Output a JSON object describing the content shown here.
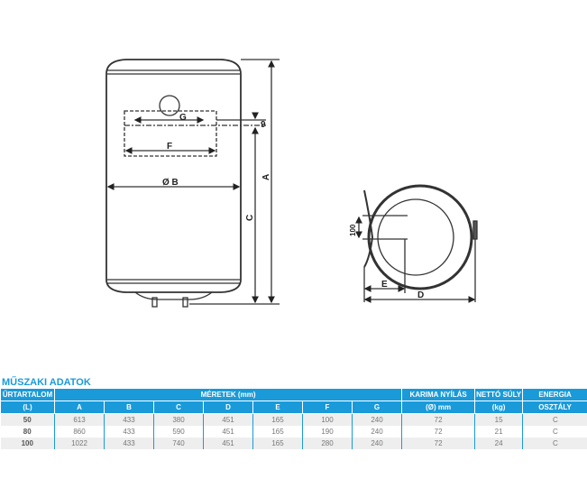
{
  "diagram": {
    "labels": {
      "g": "G",
      "f": "F",
      "b": "Ø B",
      "nine": "9",
      "a": "A",
      "c": "C",
      "hundred": "100",
      "e": "E",
      "d": "D"
    }
  },
  "table": {
    "title": "MŰSZAKI ADATOK",
    "capacity_header": "ŰRTARTALOM",
    "capacity_unit": "(L)",
    "dimensions_header": "MÉRETEK (mm)",
    "dim_columns": [
      "A",
      "B",
      "C",
      "D",
      "E",
      "F",
      "G"
    ],
    "flange_header": "KARIMA NYÍLÁS",
    "flange_unit": "(Ø) mm",
    "weight_header": "NETTÓ SÚLY",
    "weight_unit": "(kg)",
    "energy_header": "ENERGIA",
    "energy_header2": "OSZTÁLY",
    "rows": [
      {
        "cap": "50",
        "dims": [
          "613",
          "433",
          "380",
          "451",
          "165",
          "100",
          "240"
        ],
        "flange": "72",
        "weight": "15",
        "energy": "C"
      },
      {
        "cap": "80",
        "dims": [
          "860",
          "433",
          "590",
          "451",
          "165",
          "190",
          "240"
        ],
        "flange": "72",
        "weight": "21",
        "energy": "C"
      },
      {
        "cap": "100",
        "dims": [
          "1022",
          "433",
          "740",
          "451",
          "165",
          "280",
          "240"
        ],
        "flange": "72",
        "weight": "24",
        "energy": "C"
      }
    ]
  }
}
